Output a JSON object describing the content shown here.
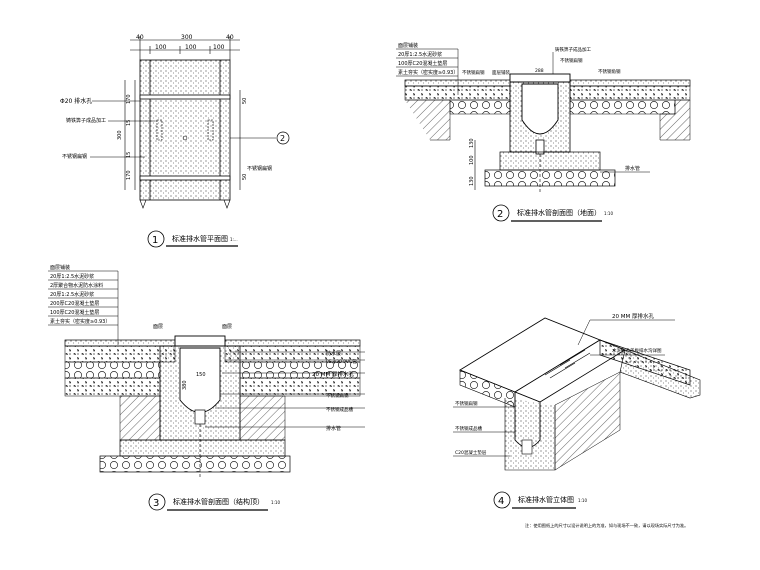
{
  "drawings": {
    "d1": {
      "number": "1",
      "title": "标准排水管平面图",
      "scale": "1:...",
      "dims_top": [
        "40",
        "300",
        "40"
      ],
      "dims_top_sub": [
        "100",
        "100",
        "100"
      ],
      "label_hole": "Φ20 排水孔",
      "label_grate": "铸铁箅子成品加工",
      "label_steel": "不锈钢扁钢",
      "dims_left": [
        "170",
        "15",
        "300",
        "15",
        "170"
      ],
      "dim_left_total": "300",
      "dim_right": "50",
      "callout": "2"
    },
    "d2": {
      "number": "2",
      "title": "标准排水管剖面图（地面）",
      "scale": "1:10",
      "layers": [
        "面层铺装",
        "20厚1:2.5水泥砂浆",
        "100厚C20混凝土垫层",
        "素土夯实（密实度≥0.93）"
      ],
      "label_grate_top": "铸铁箅子成品加工",
      "label_steel": "不锈钢扁钢",
      "label_steel_plate": "不锈钢扁钢",
      "label_stainless": "不锈钢角钢",
      "label_cover": "面层铺装",
      "label_dim": "288",
      "label_pipe": "排水管",
      "dims_left": [
        "130",
        "100",
        "130"
      ]
    },
    "d3": {
      "number": "3",
      "title": "标准排水管剖面图（结构顶）",
      "scale": "1:10",
      "layers": [
        "面层铺装",
        "20厚1:2.5水泥砂浆",
        "2厚聚合物水泥防水涂料",
        "20厚1:2.5水泥砂浆",
        "200厚C20混凝土垫层",
        "100厚C20混凝土垫层",
        "素土夯实（密实度≥0.93）"
      ],
      "label_left_top": "面层",
      "label_right_top": "面层",
      "label_waterproof": "防水层",
      "label_pipe_cap": "PE-φ20 PVC管",
      "label_20mm": "20 MM 厚排水孔",
      "label_steel": "不锈钢扁钢",
      "label_angle": "不锈钢成品槽",
      "label_drain": "排水管",
      "dim_380": "380",
      "dim_150": "150"
    },
    "d4": {
      "number": "4",
      "title": "标准排水管立体图",
      "scale": "1:10",
      "label_20mm": "20 MM 厚排水孔",
      "label_grate": "水泥压条盖板排水沟详图",
      "label_steel": "不锈钢扁钢",
      "label_angle": "不锈钢成品槽",
      "label_concrete": "C20混凝土垫层"
    }
  },
  "note": "注：使用图纸上的尺寸以设计说明上的为准，如与现场不一致，请以现场实际尺寸为准。"
}
